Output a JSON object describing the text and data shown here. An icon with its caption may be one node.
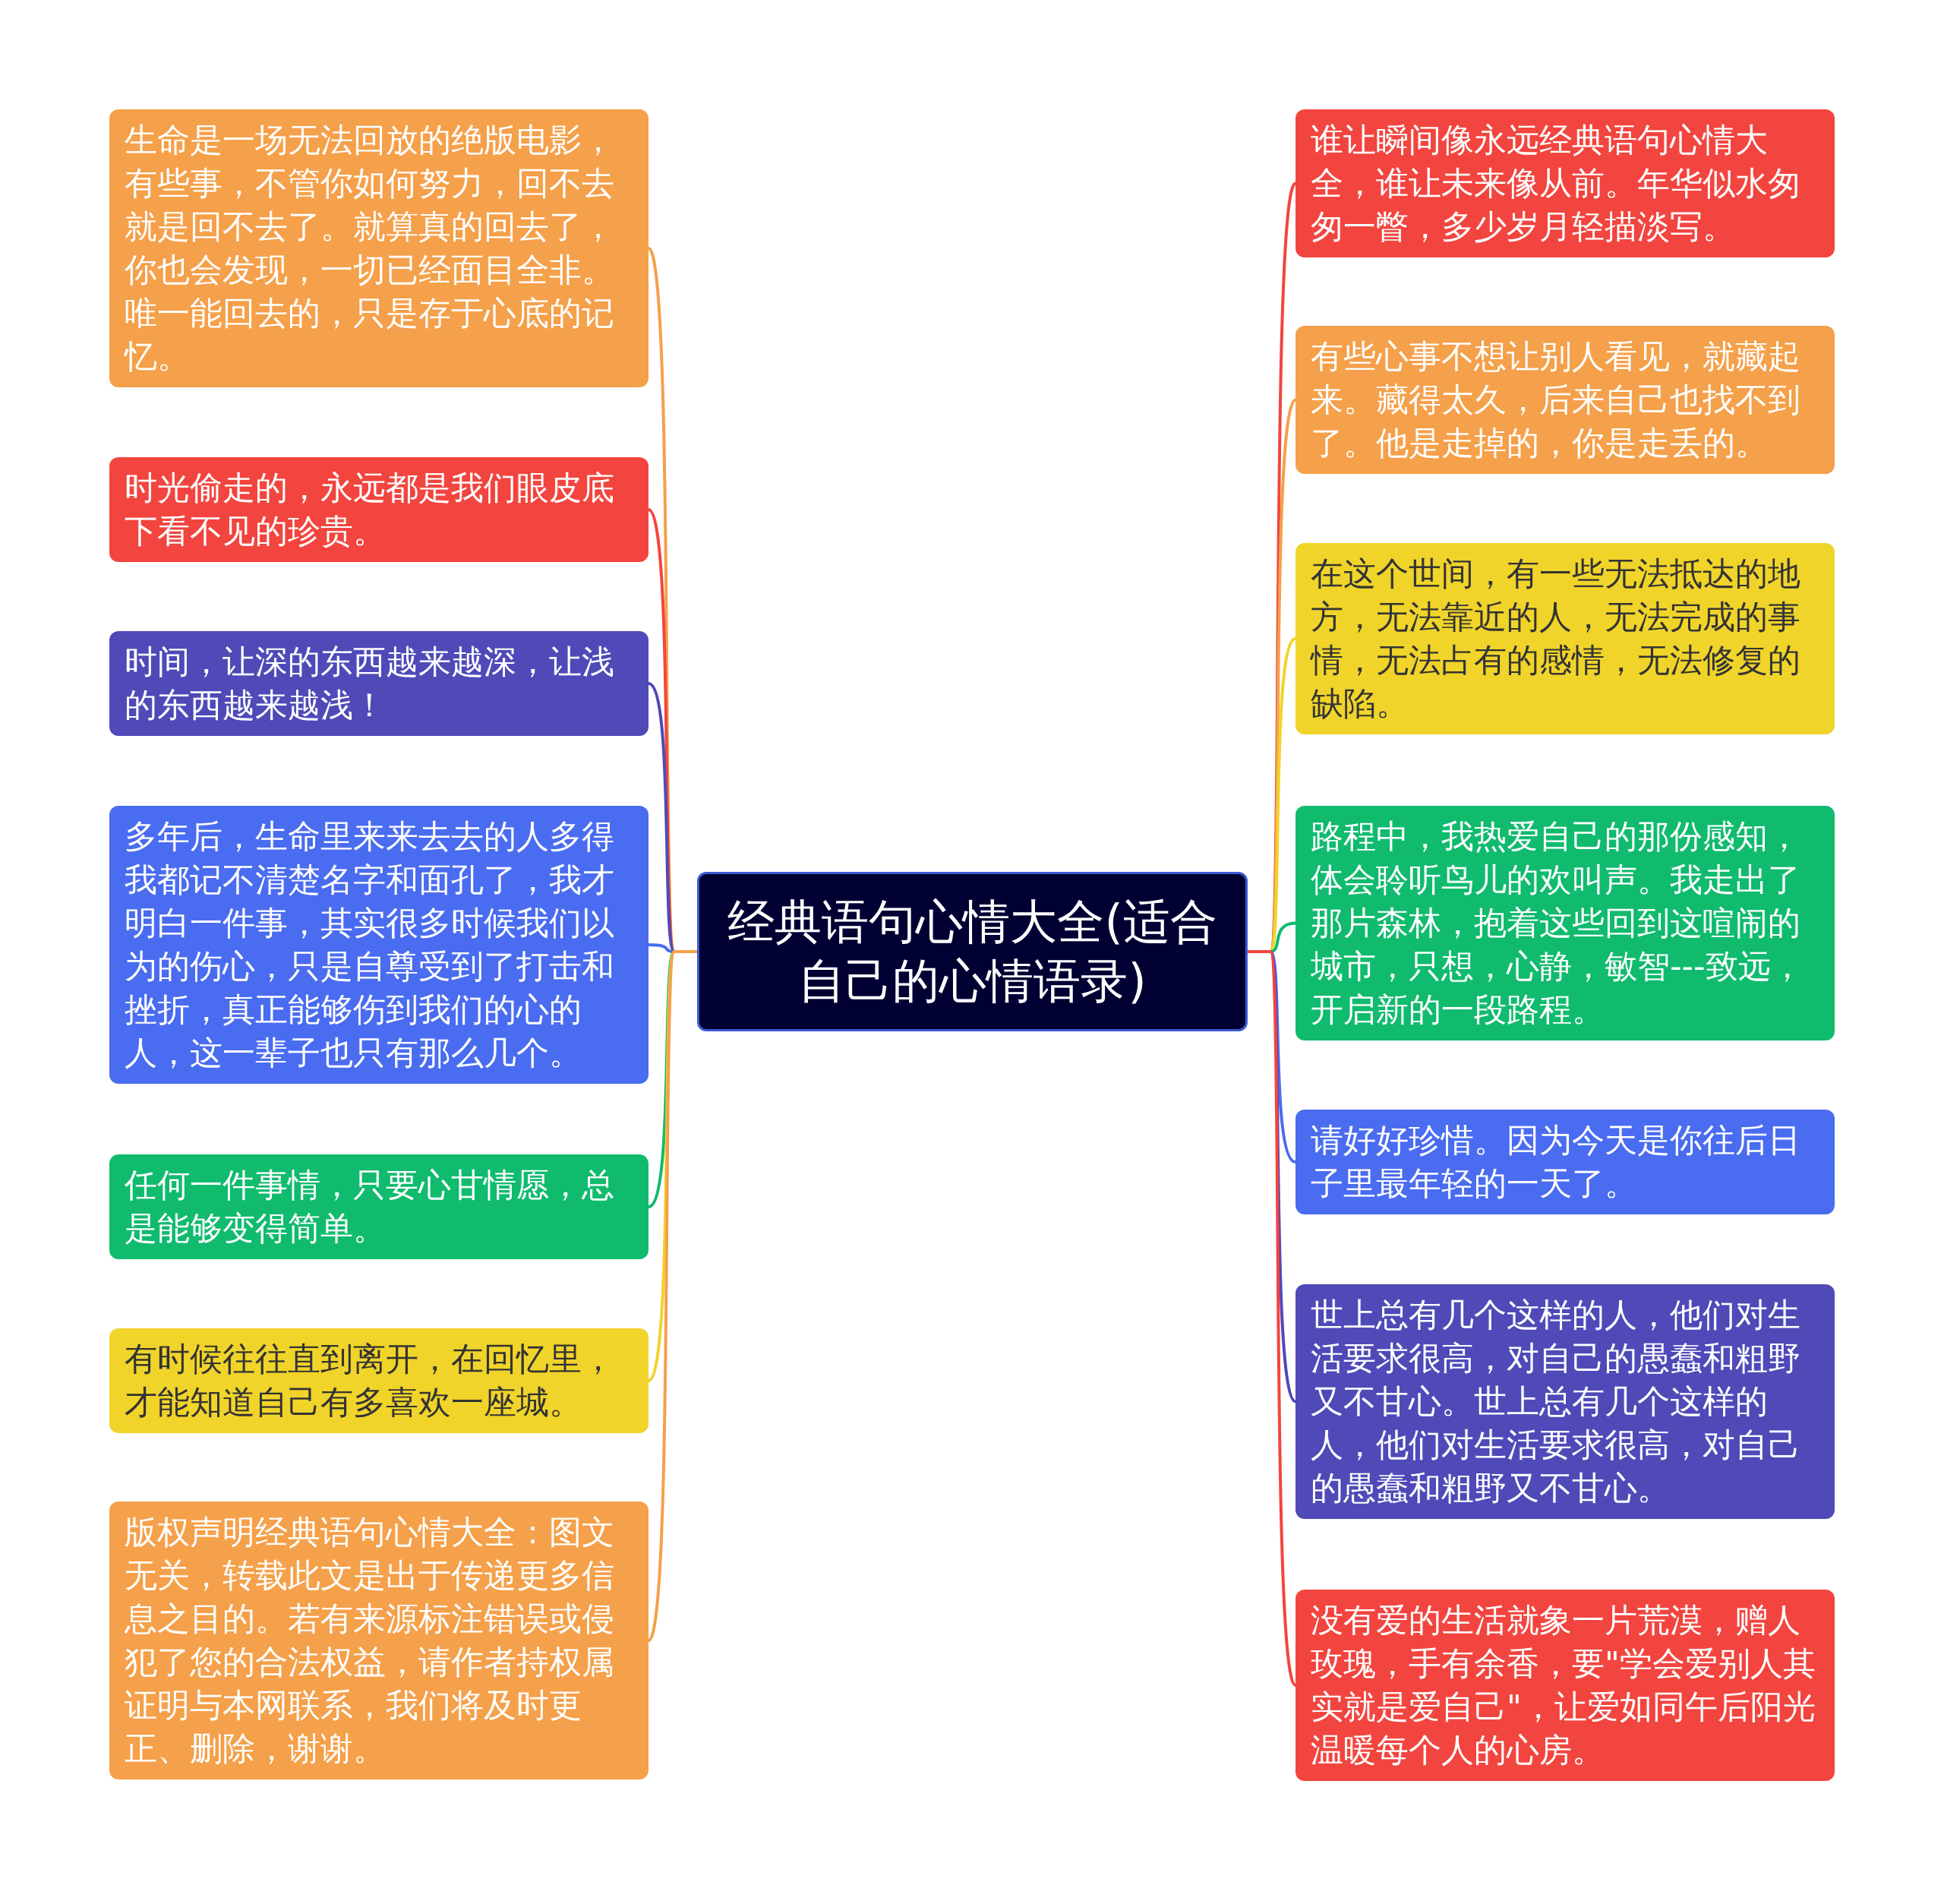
{
  "diagram": {
    "nodes": [
      {
        "text": [
          "经典语句心情大全(适合自己的心情语录)"
        ]
      },
      {
        "text": [
          "生命是一场无法回放的绝版电影，有些事，不管你如何努力，回不去就是回不去了。就算真的回去了，你也会发现，一切已经面目全非。唯一能回去的，只是存于心底的记忆。"
        ]
      },
      {
        "text": [
          "时光偷走的，永远都是我们眼皮底下看不见的珍贵。"
        ]
      },
      {
        "text": [
          "时间，让深的东西越来越深，让浅的东西越来越浅！"
        ]
      },
      {
        "text": [
          "多年后，生命里来来去去的人多得我都记不清楚名字和面孔了，我才明白一件事，其实很多时候我们以为的伤心，只是自尊受到了打击和挫折，真正能够伤到我们的心的人，这一辈子也只有那么几个。"
        ]
      },
      {
        "text": [
          "任何一件事情，只要心甘情愿，总是能够变得简单。"
        ]
      },
      {
        "text": [
          "有时候往往直到离开，在回忆里，才能知道自己有多喜欢一座城。"
        ]
      },
      {
        "text": [
          "版权声明经典语句心情大全：图文无关，转载此文是出于传递更多信息之目的。若有来源标注错误或侵犯了您的合法权益，请作者持权属证明与本网联系，我们将及时更正、删除，谢谢。"
        ]
      },
      {
        "text": [
          "谁让瞬间像永远经典语句心情大全，谁让未来像从前。年华似水匆匆一瞥，多少岁月轻描淡写。"
        ]
      },
      {
        "text": [
          "有些心事不想让别人看见，就藏起来。藏得太久，后来自己也找不到了。他是走掉的，你是走丢的。"
        ]
      },
      {
        "text": [
          "在这个世间，有一些无法抵达的地方，无法靠近的人，无法完成的事情，无法占有的感情，无法修复的缺陷。"
        ]
      },
      {
        "text": [
          "路程中，我热爱自己的那份感知，体会聆听鸟儿的欢叫声。我走出了那片森林，抱着这些回到这喧闹的城市，只想，心静，敏智---致远，开启新的一段路程。"
        ]
      },
      {
        "text": [
          "请好好珍惜。因为今天是你往后日子里最年轻的一天了。"
        ]
      },
      {
        "text": [
          "世上总有几个这样的人，他们对生活要求很高，对自己的愚蠢和粗野又不甘心。世上总有几个这样的人，他们对生活要求很高，对自己的愚蠢和粗野又不甘心。"
        ]
      },
      {
        "text": [
          "没有爱的生活就象一片荒漠，赠人玫瑰，手有余香，要\"学会爱别人其实就是爱自己\"，让爱如同午后阳光温暖每个人的心房。"
        ]
      }
    ],
    "edges": [
      {
        "from": 0,
        "to": 1,
        "arrow": "none",
        "color": "#f5a04a"
      },
      {
        "from": 0,
        "to": 2,
        "arrow": "none",
        "color": "#f2453f"
      },
      {
        "from": 0,
        "to": 3,
        "arrow": "none",
        "color": "#4f4ab8"
      },
      {
        "from": 0,
        "to": 4,
        "arrow": "none",
        "color": "#4a6cf0"
      },
      {
        "from": 0,
        "to": 5,
        "arrow": "none",
        "color": "#10bb6e"
      },
      {
        "from": 0,
        "to": 6,
        "arrow": "none",
        "color": "#f0d42a"
      },
      {
        "from": 0,
        "to": 7,
        "arrow": "none",
        "color": "#f5a04a"
      },
      {
        "from": 0,
        "to": 8,
        "arrow": "none",
        "color": "#f2453f"
      },
      {
        "from": 0,
        "to": 9,
        "arrow": "none",
        "color": "#f5a04a"
      },
      {
        "from": 0,
        "to": 10,
        "arrow": "none",
        "color": "#f0d42a"
      },
      {
        "from": 0,
        "to": 11,
        "arrow": "none",
        "color": "#10bb6e"
      },
      {
        "from": 0,
        "to": 12,
        "arrow": "none",
        "color": "#4a6cf0"
      },
      {
        "from": 0,
        "to": 13,
        "arrow": "none",
        "color": "#4f4ab8"
      },
      {
        "from": 0,
        "to": 14,
        "arrow": "none",
        "color": "#f2453f"
      }
    ]
  }
}
